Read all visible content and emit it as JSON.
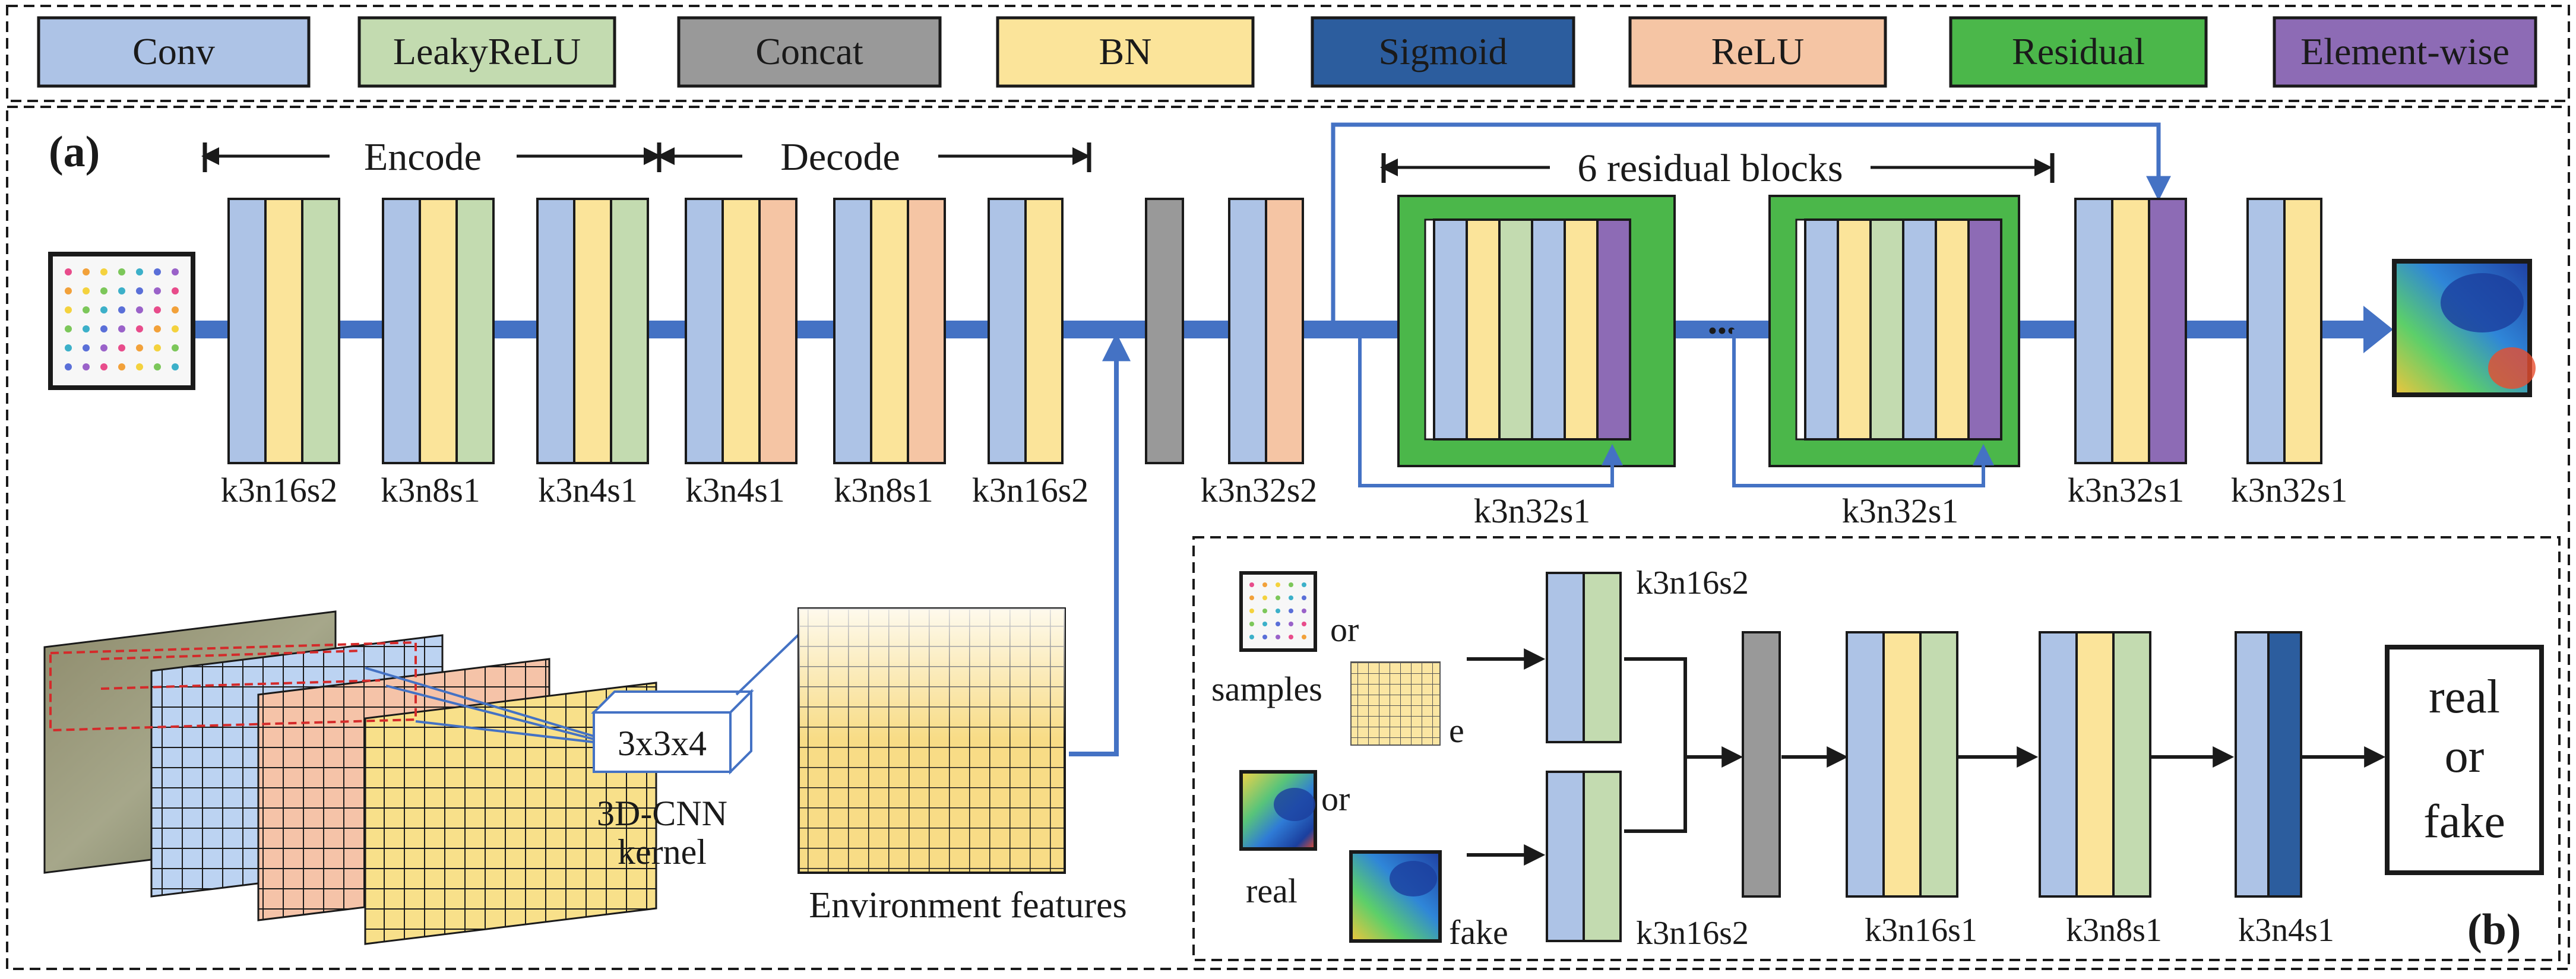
{
  "colors": {
    "conv": "#adc3e6",
    "leakyrelu": "#c3dbb0",
    "concat": "#999999",
    "bn": "#fbe49a",
    "sigmoid": "#2c5d9e",
    "relu": "#f5c5a4",
    "residual": "#4bb74a",
    "elementwise": "#8d6bb5",
    "arrow": "#4472c4",
    "border": "#1a1a1a"
  },
  "legend": [
    {
      "key": "conv",
      "label": "Conv"
    },
    {
      "key": "leakyrelu",
      "label": "LeakyReLU"
    },
    {
      "key": "concat",
      "label": "Concat"
    },
    {
      "key": "bn",
      "label": "BN"
    },
    {
      "key": "sigmoid",
      "label": "Sigmoid"
    },
    {
      "key": "relu",
      "label": "ReLU"
    },
    {
      "key": "residual",
      "label": "Residual"
    },
    {
      "key": "elementwise",
      "label": "Element-wise"
    }
  ],
  "generator": {
    "panel_label": "(a)",
    "encode_label": "Encode",
    "decode_label": "Decode",
    "residual_span_label": "6 residual blocks",
    "ellipsis": "•••",
    "layer_labels": [
      "k3n16s2",
      "k3n8s1",
      "k3n4s1",
      "k3n4s1",
      "k3n8s1",
      "k3n16s2",
      "k3n32s2",
      "k3n32s1",
      "k3n32s1",
      "k3n32s1",
      "k3n32s1"
    ],
    "kernel_label": "3x3x4",
    "kernel_caption_1": "3D-CNN",
    "kernel_caption_2": "kernel",
    "env_label": "Environment features"
  },
  "discriminator": {
    "panel_label": "(b)",
    "samples_label": "samples",
    "or_label": "or",
    "e_label": "e",
    "real_label": "real",
    "fake_label": "fake",
    "layer_labels": [
      "k3n16s2",
      "k3n16s2",
      "k3n16s1",
      "k3n8s1",
      "k3n4s1"
    ],
    "output_line1": "real",
    "output_line2": "or",
    "output_line3": "fake"
  }
}
